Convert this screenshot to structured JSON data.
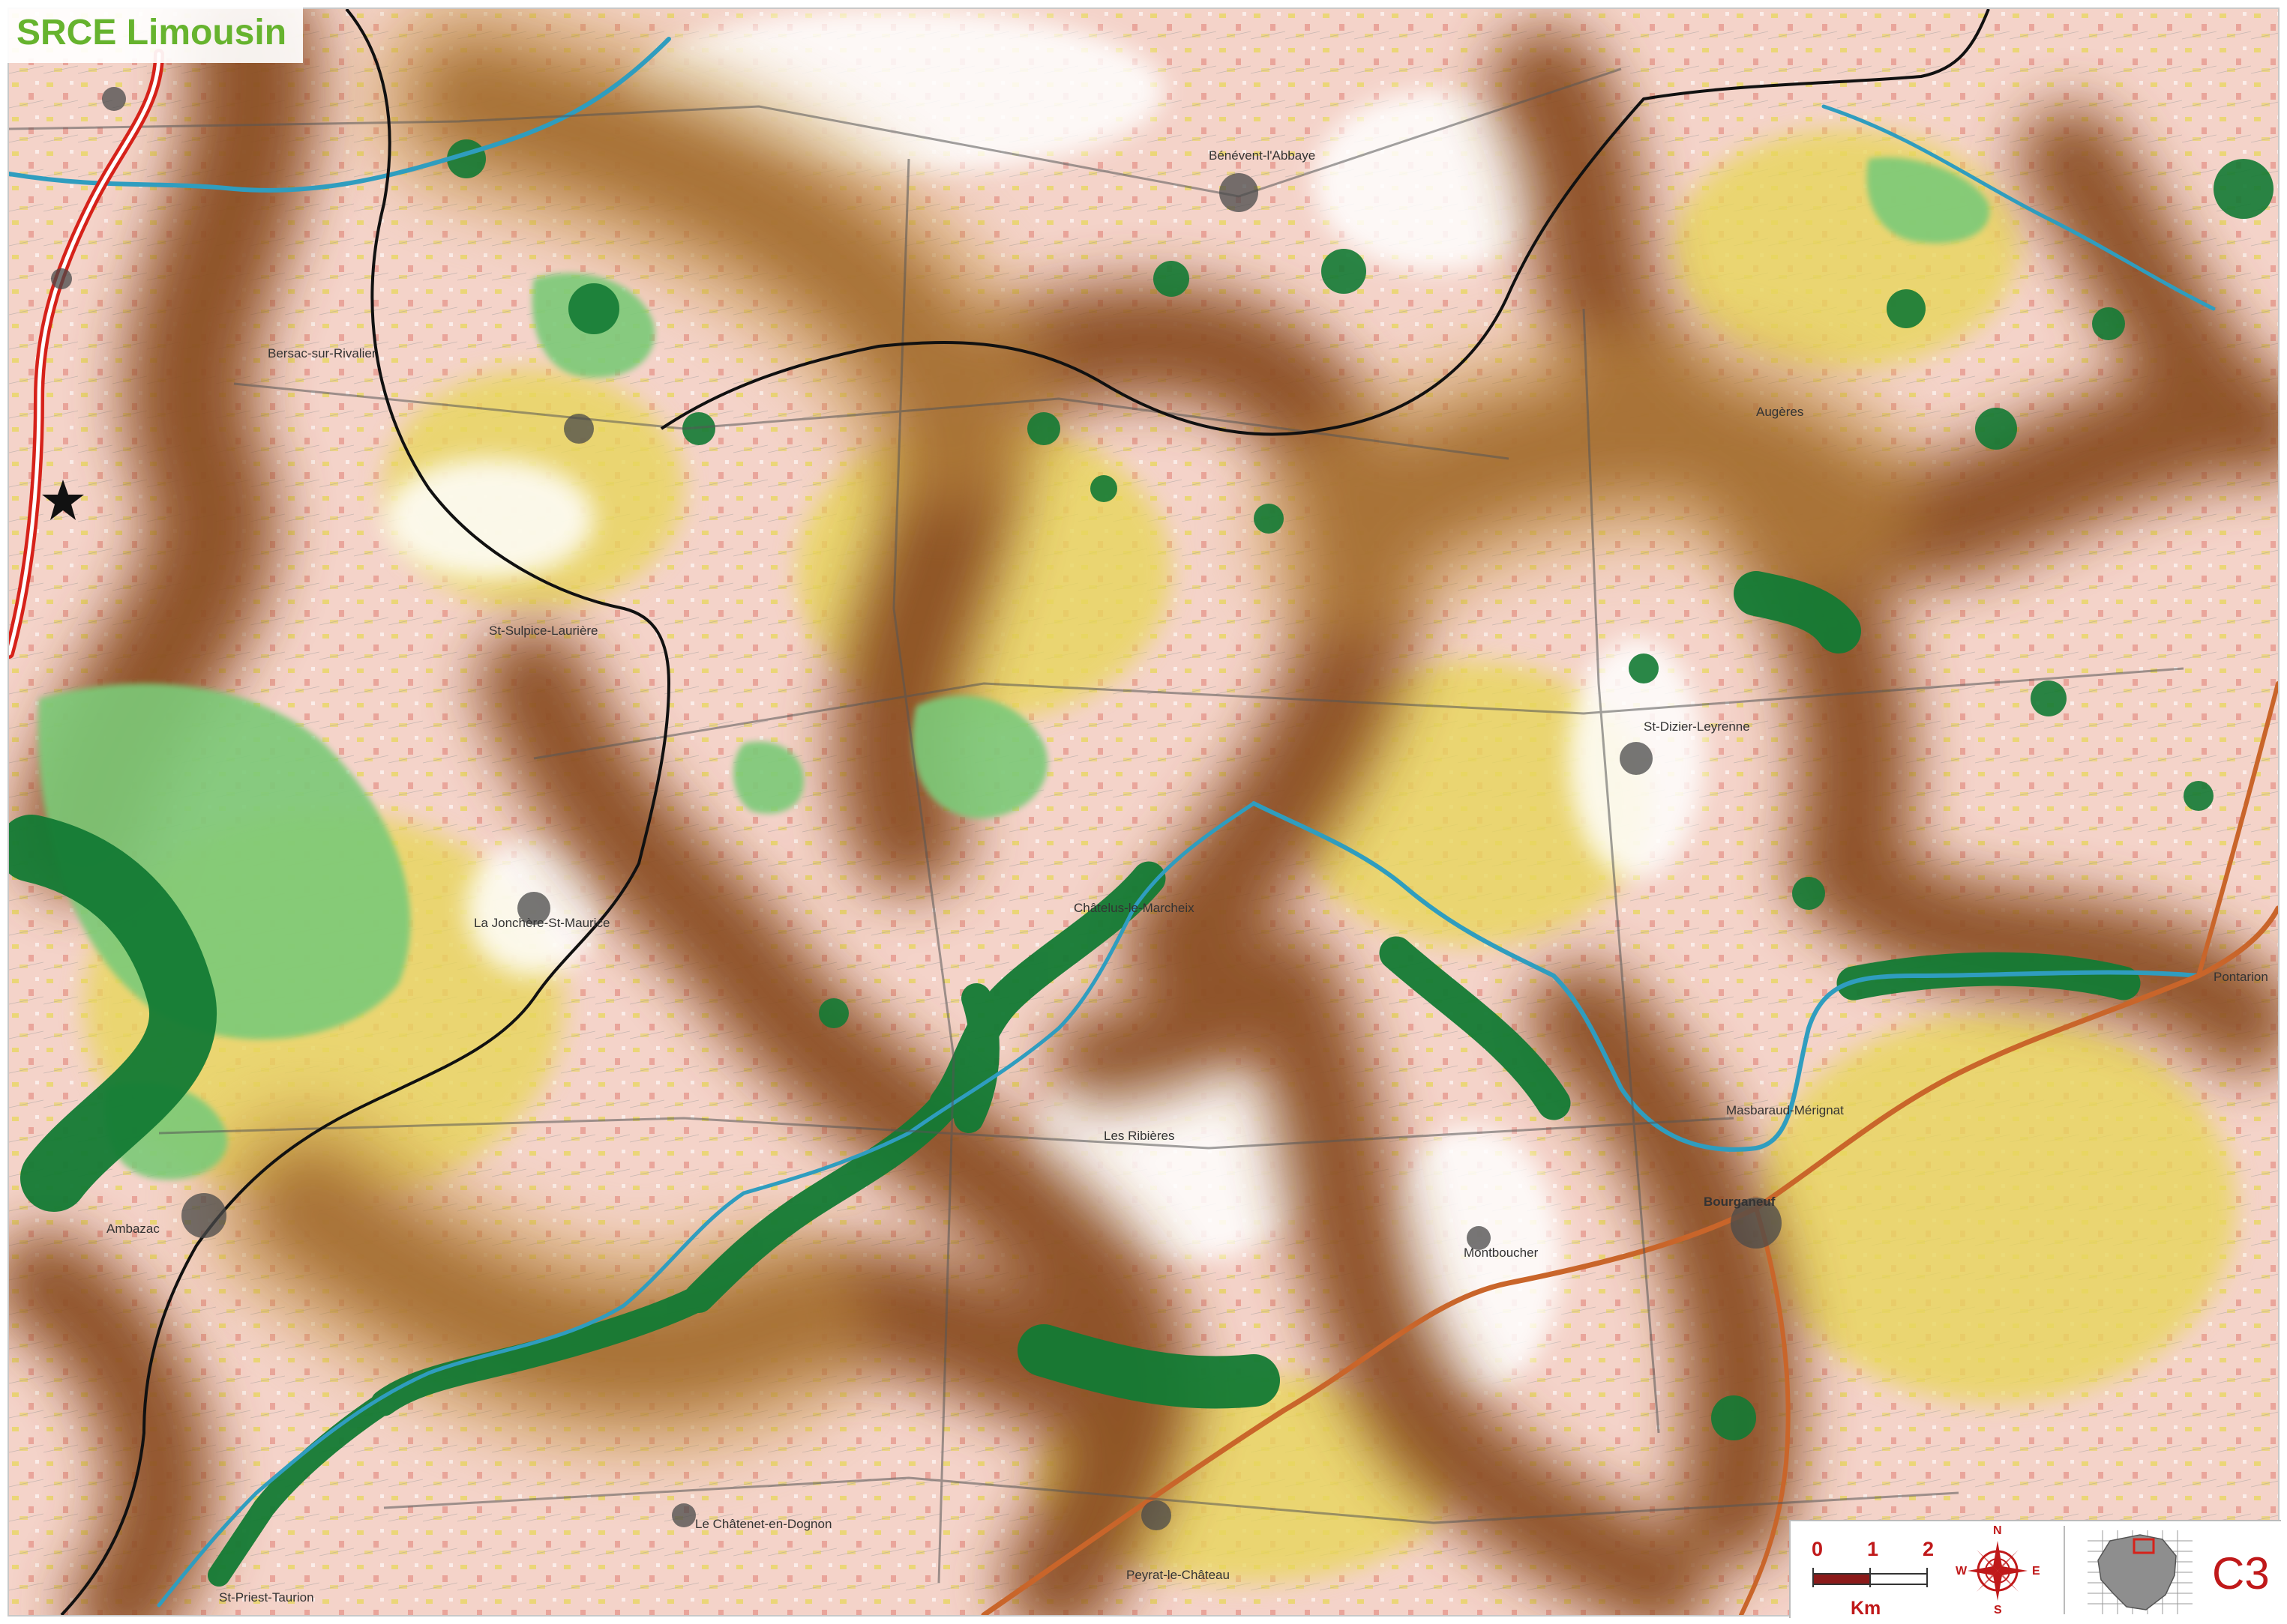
{
  "title": "SRCE Limousin",
  "legend": {
    "scale_labels": [
      "0",
      "1",
      "2"
    ],
    "scale_unit": "Km",
    "compass": {
      "north": "N",
      "south": "S",
      "east": "E",
      "west": "W"
    },
    "sheet_id": "C3"
  },
  "places": [
    "Bénévent-l'Abbaye",
    "Bersac-sur-Rivalier",
    "St-Dizier-Leyrenne",
    "Bourganeuf",
    "Ambazac",
    "Le Châtenet-en-Dognon",
    "Montboucher",
    "Augères",
    "Masbaraud-Mérignat",
    "Les Ribières",
    "St-Priest-Taurion",
    "La Jonchère-St-Maurice",
    "Châtelus-le-Marcheix",
    "St-Sulpice-Laurière",
    "Peyrat-le-Château",
    "Pontarion"
  ],
  "colors": {
    "paper": "#f5f0e6",
    "urban": "#f0c2bb",
    "agri_yellow": "#e8d65c",
    "corridor_brown": "#8a4e22",
    "forest_dark": "#137a34",
    "forest_light": "#7cca78",
    "river": "#2f9dbf",
    "railway": "#111111",
    "motorway": "#d6221a",
    "road_orange": "#c9652a",
    "accent": "#c0191a"
  }
}
